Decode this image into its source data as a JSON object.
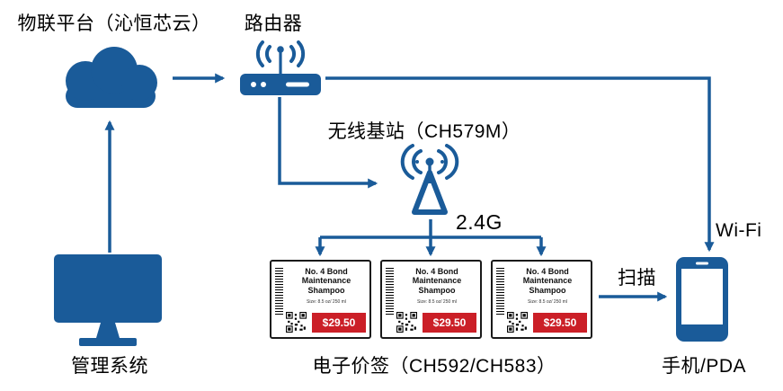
{
  "colors": {
    "primary_blue": "#1a5b99",
    "price_red": "#cb1f27",
    "text": "#000000"
  },
  "nodes": {
    "iot_platform": {
      "label": "物联平台（沁恒芯云）",
      "icon": "cloud-icon"
    },
    "router": {
      "label": "路由器",
      "icon": "router-icon"
    },
    "base_station": {
      "label": "无线基站（CH579M）",
      "icon": "antenna-tower-icon"
    },
    "management_system": {
      "label": "管理系统",
      "icon": "monitor-icon"
    },
    "price_tags": {
      "label": "电子价签（CH592/CH583）",
      "icon": "price-tag-card"
    },
    "phone": {
      "label": "手机/PDA",
      "icon": "smartphone-icon"
    }
  },
  "connection_labels": {
    "rf_24g": "2.4G",
    "wifi": "Wi-Fi",
    "scan": "扫描"
  },
  "price_tag": {
    "title": "No. 4 Bond Maintenance Shampoo",
    "subtitle": "Size: 8.5 oz/ 250 ml",
    "price": "$29.50"
  }
}
